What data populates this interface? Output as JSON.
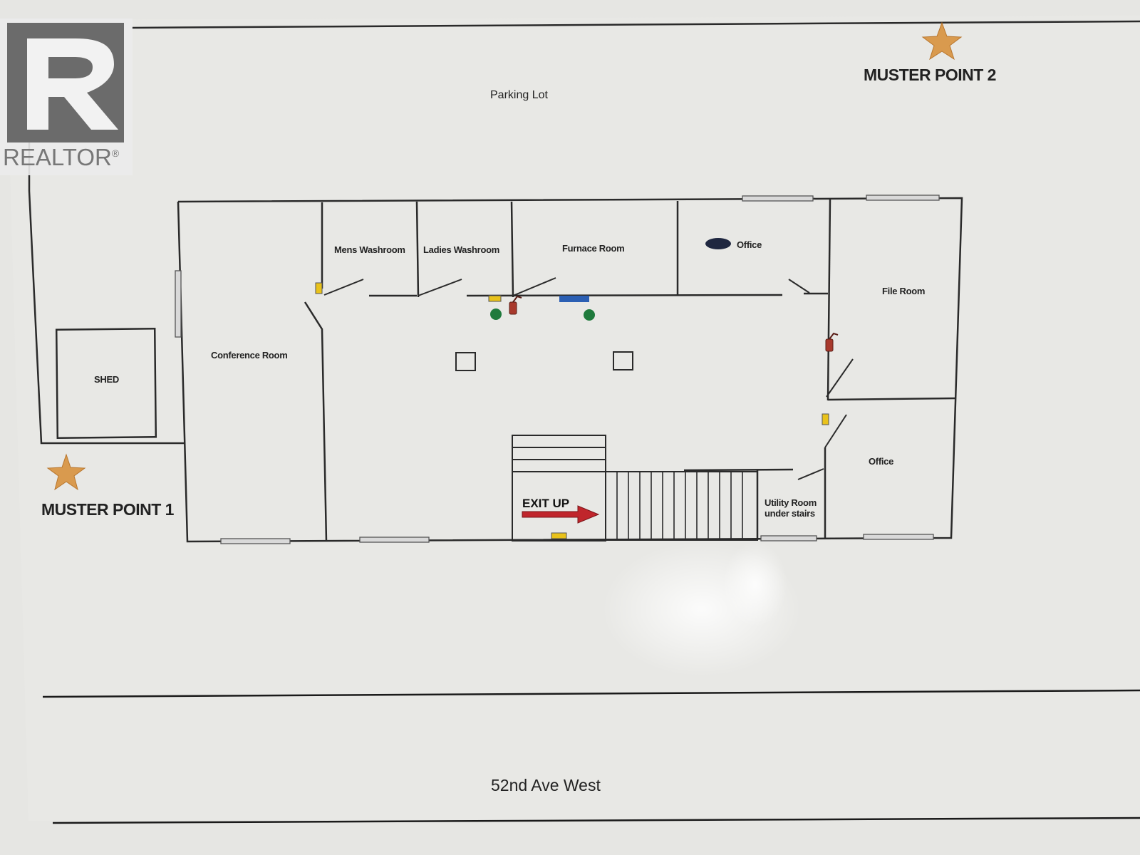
{
  "labels": {
    "parking_lot": "Parking Lot",
    "street": "52nd Ave West",
    "muster_point_1": "MUSTER POINT 1",
    "muster_point_2": "MUSTER POINT 2",
    "exit_up": "EXIT UP"
  },
  "rooms": {
    "mens_washroom": "Mens Washroom",
    "ladies_washroom": "Ladies Washroom",
    "furnace_room": "Furnace Room",
    "office_top": "Office",
    "file_room": "File Room",
    "conference_room": "Conference Room",
    "shed": "SHED",
    "office_right": "Office",
    "utility_room_line1": "Utility Room",
    "utility_room_line2": "under stairs"
  },
  "logo": {
    "wordmark": "REALTOR",
    "registered": "®"
  },
  "colors": {
    "paper": "#e6e6e3",
    "wall": "#2a2a2a",
    "star": "#d99a4e",
    "exit_arrow": "#c0262c",
    "marker_yellow": "#e9c21a",
    "marker_green": "#1f7a3c",
    "marker_blue": "#2b5fb3",
    "extinguisher": "#a8392c",
    "window": "#d9d9d9"
  },
  "icons": [
    "star-icon",
    "exit-arrow-icon",
    "fire-extinguisher-icon",
    "realtor-logo-icon"
  ]
}
